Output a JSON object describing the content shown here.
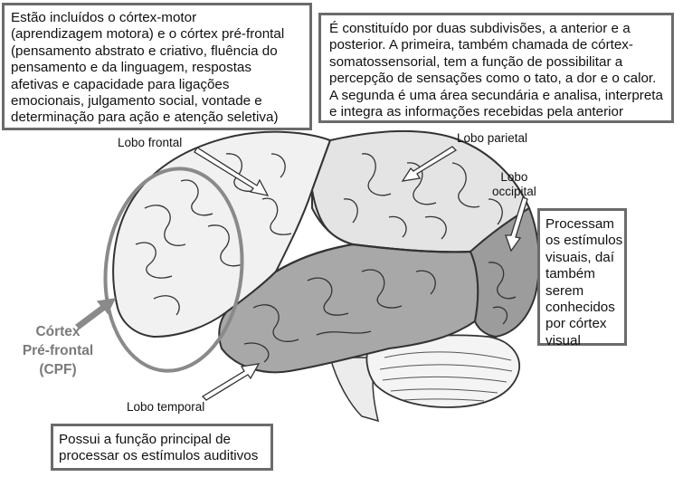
{
  "boxes": {
    "frontal": "Estão incluídos o córtex-motor\n(aprendizagem motora) e o córtex pré-frontal\n(pensamento abstrato e criativo, fluência do\npensamento e da linguagem, respostas\nafetivas e capacidade para ligações\nemocionais, julgamento social, vontade e\ndeterminação para ação e atenção seletiva)",
    "parietal": "É constituído por duas subdivisões, a anterior e a\nposterior. A primeira, também chamada de córtex-\nsomatossensorial, tem a função de possibilitar a\npercepção de sensações como o tato, a dor e o calor.\nA segunda é uma área secundária e analisa, interpreta\ne integra as informações recebidas pela anterior",
    "occipital": "Processam\nos estímulos\nvisuais, daí\ntambém\nserem\nconhecidos\npor córtex\nvisual",
    "temporal": "Possui a função principal de\nprocessar os estímulos auditivos"
  },
  "labels": {
    "frontal": "Lobo frontal",
    "parietal": "Lobo parietal",
    "occipital": "Lobo\noccipital",
    "temporal": "Lobo temporal",
    "cpf": "Córtex\nPré-frontal\n(CPF)"
  },
  "colors": {
    "box_border": "#6b6b6b",
    "ellipse": "#8a8a8a",
    "frontal_lobe": "#f1f1f1",
    "parietal_lobe": "#e4e4e4",
    "temporal_lobe": "#a8a8a8",
    "occipital_lobe": "#9c9c9c",
    "cerebellum": "#f4f4f4",
    "brainstem": "#ececec",
    "sulcus": "#333333"
  }
}
